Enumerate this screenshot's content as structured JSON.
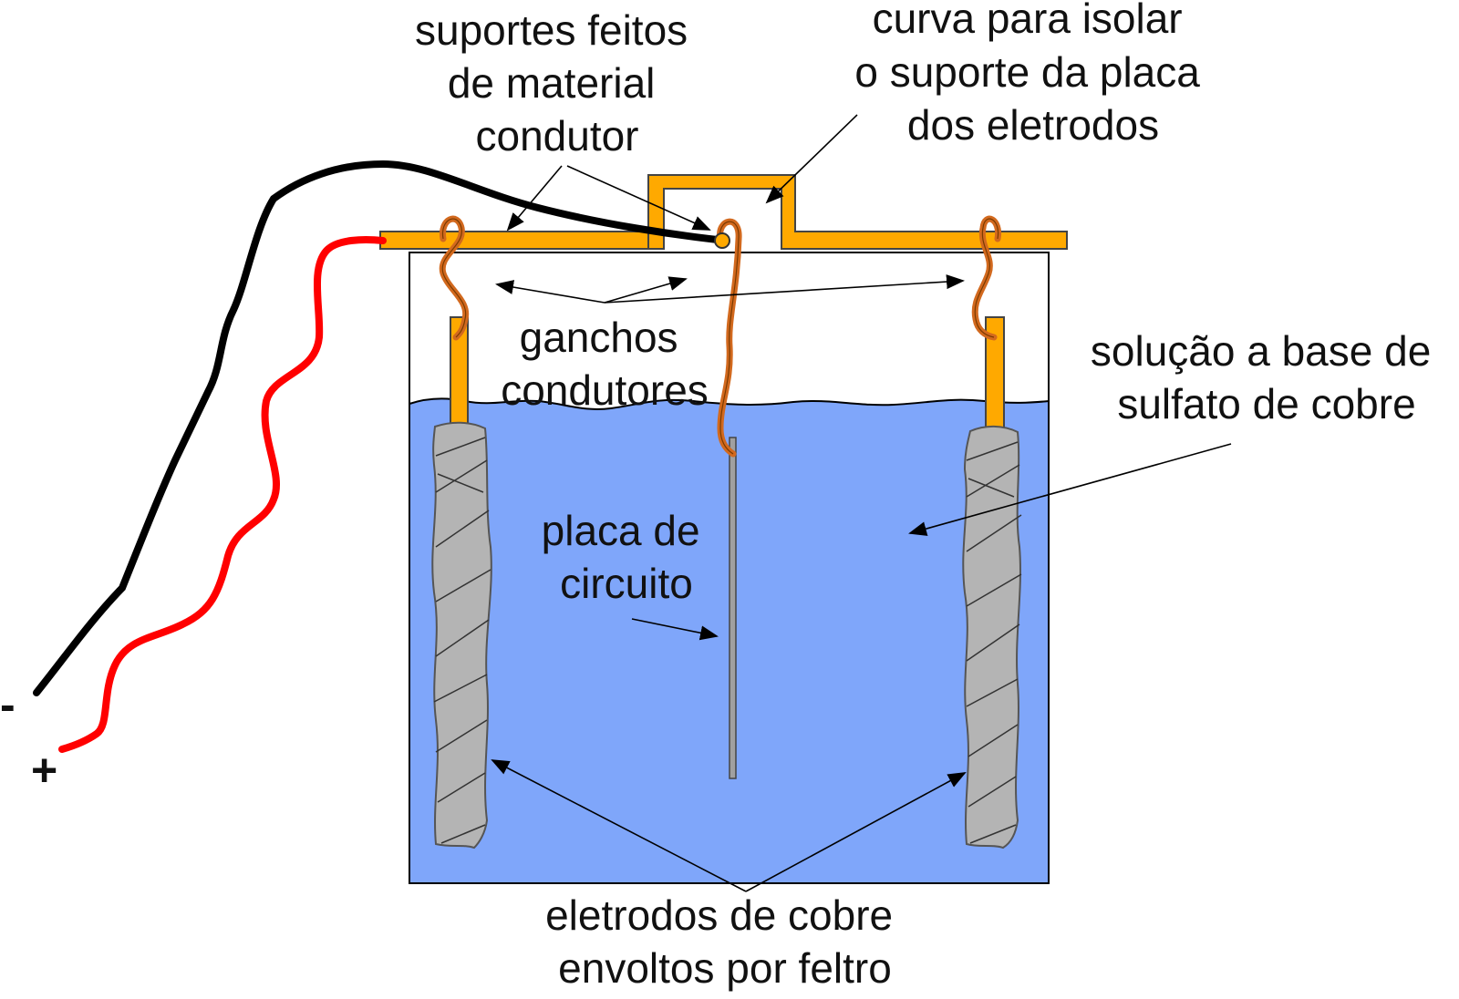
{
  "labels": {
    "supports": [
      "suportes feitos",
      "de material",
      "condutor"
    ],
    "curve": [
      "curva para isolar",
      "o suporte da placa",
      "dos eletrodos"
    ],
    "hooks": [
      "ganchos",
      "condutores"
    ],
    "solution": [
      "solução a base de",
      "sulfato de cobre"
    ],
    "plate": [
      "placa de",
      "circuito"
    ],
    "electrodes": [
      "eletrodos de cobre",
      "envoltos por feltro"
    ],
    "minus": "-",
    "plus": "+"
  },
  "colors": {
    "solution_fill": "#7FA6FA",
    "support_fill": "#FFA900",
    "hook_stroke": "#D2691E",
    "felt_fill": "#B4B4B4",
    "negative_wire": "#000000",
    "positive_wire": "#FF0000",
    "plate_fill": "#A0A0A0"
  }
}
